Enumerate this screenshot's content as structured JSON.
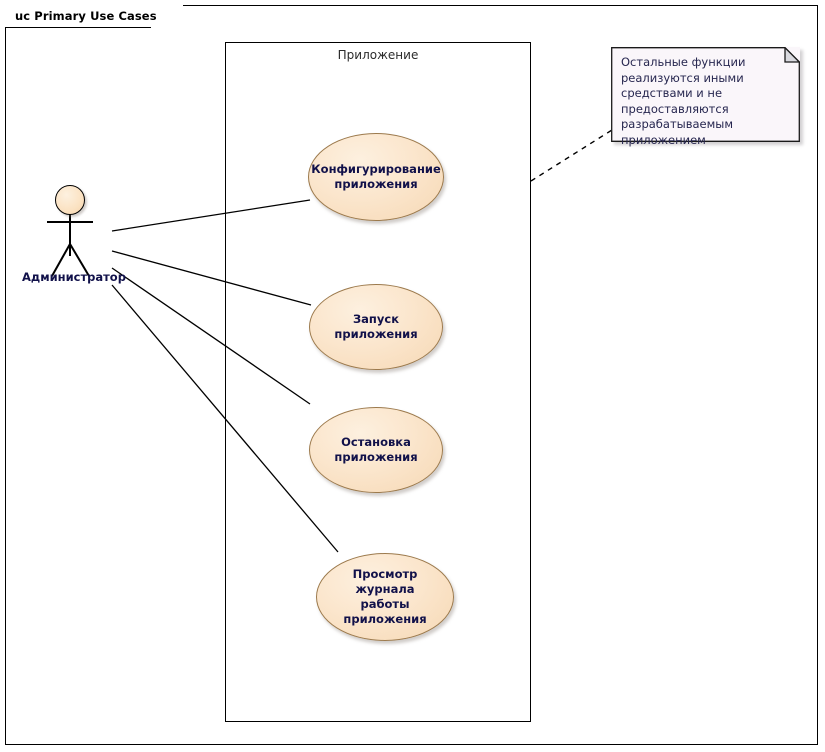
{
  "frame": {
    "tab_label": "uc Primary Use Cases"
  },
  "boundary": {
    "label": "Приложение"
  },
  "actor": {
    "label": "Администратор",
    "icon": "actor-stick-figure-icon"
  },
  "use_cases": [
    {
      "id": "configure",
      "label": "Конфигурирование приложения"
    },
    {
      "id": "start",
      "label": "Запуск приложения"
    },
    {
      "id": "stop",
      "label": "Остановка приложения"
    },
    {
      "id": "view-log",
      "label": "Просмотр журнала работы приложения"
    }
  ],
  "note": {
    "text": "Остальные функции реализуются иными средствами и не предоставляются разрабатываемым приложением"
  },
  "associations": [
    {
      "from": "actor",
      "to": "configure"
    },
    {
      "from": "actor",
      "to": "start"
    },
    {
      "from": "actor",
      "to": "stop"
    },
    {
      "from": "actor",
      "to": "view-log"
    }
  ],
  "anchors": [
    {
      "from": "boundary",
      "to": "note",
      "style": "dashed"
    }
  ],
  "colors": {
    "usecase_fill": "#fbe6cd",
    "usecase_border": "#9c7a4d",
    "actor_fill": "#fbe2c2",
    "note_fill": "#faf6fa",
    "line": "#000000",
    "label_text": "#11114a"
  }
}
